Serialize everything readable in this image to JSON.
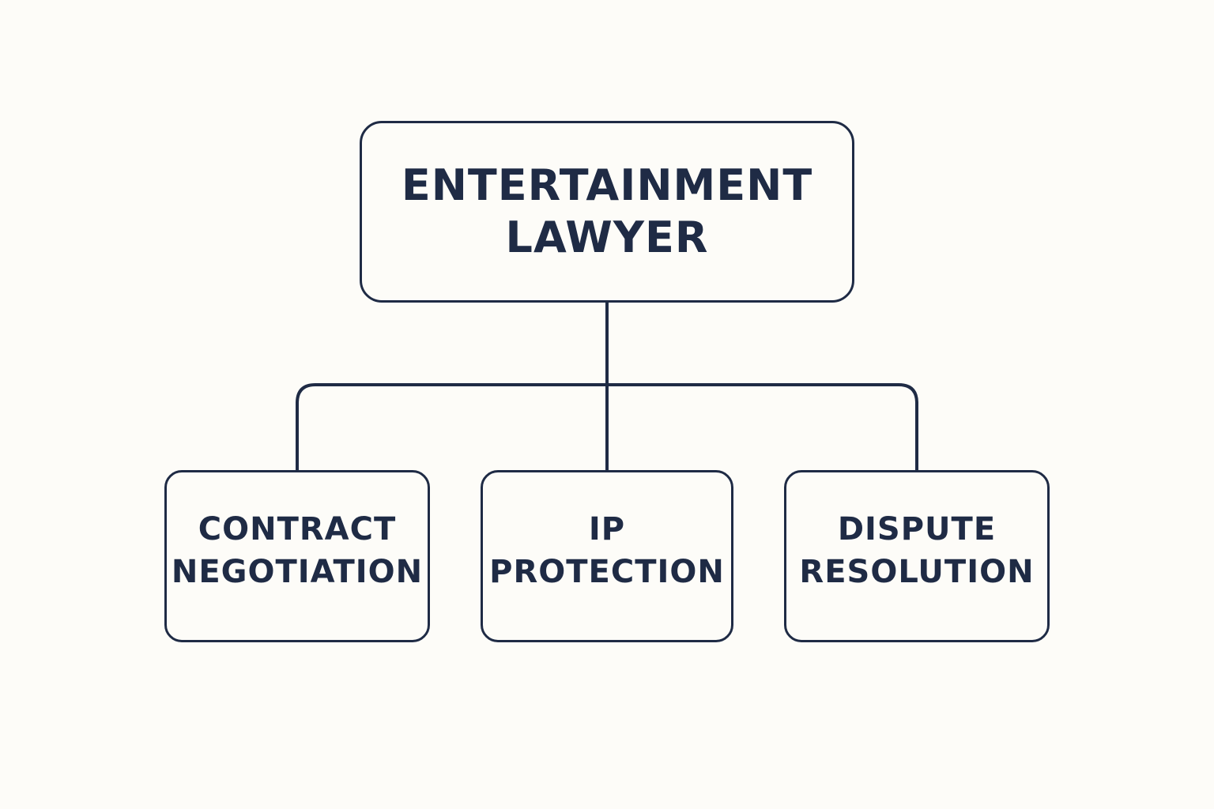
{
  "root": {
    "line1": "ENTERTAINMENT",
    "line2": "LAWYER"
  },
  "children": [
    {
      "line1": "CONTRACT",
      "line2": "NEGOTIATION"
    },
    {
      "line1": "IP",
      "line2": "PROTECTION"
    },
    {
      "line1": "DISPUTE",
      "line2": "RESOLUTION"
    }
  ],
  "colors": {
    "background": "#fdfcf8",
    "stroke": "#1f2b45",
    "text": "#1f2b45"
  }
}
